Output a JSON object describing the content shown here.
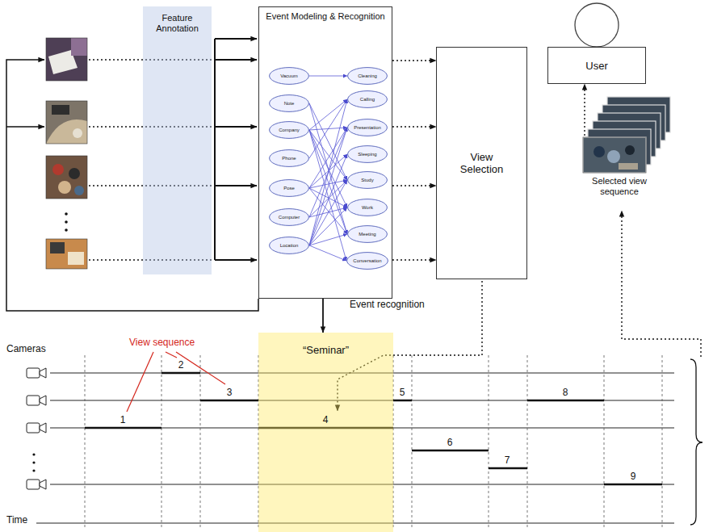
{
  "diagram": {
    "nodes": [
      {
        "text": [
          "Feature Annotation"
        ]
      },
      {
        "text": [
          "Event Modeling & Recognition"
        ]
      },
      {
        "text": [
          "Vacuum"
        ],
        "in": 1
      },
      {
        "text": [
          "Note"
        ],
        "in": 1
      },
      {
        "text": [
          "Company"
        ],
        "in": 1
      },
      {
        "text": [
          "Phone"
        ],
        "in": 1
      },
      {
        "text": [
          "Pose"
        ],
        "in": 1
      },
      {
        "text": [
          "Computer"
        ],
        "in": 1
      },
      {
        "text": [
          "Location"
        ],
        "in": 1
      },
      {
        "text": [
          "Cleaning"
        ],
        "in": 1
      },
      {
        "text": [
          "Calling"
        ],
        "in": 1
      },
      {
        "text": [
          "Presentation"
        ],
        "in": 1
      },
      {
        "text": [
          "Sleeping"
        ],
        "in": 1
      },
      {
        "text": [
          "Study"
        ],
        "in": 1
      },
      {
        "text": [
          "Work"
        ],
        "in": 1
      },
      {
        "text": [
          "Meeting"
        ],
        "in": 1
      },
      {
        "text": [
          "Conversation"
        ],
        "in": 1
      },
      {
        "text": [
          "View Selection"
        ]
      },
      {
        "text": [
          "User"
        ]
      },
      {
        "text": [
          "Selected view sequence"
        ]
      },
      {
        "text": [
          "“Seminar”"
        ]
      }
    ],
    "edges": [
      {
        "from": 2,
        "to": 9,
        "arrow": "to"
      },
      {
        "from": 3,
        "to": 13,
        "arrow": "to"
      },
      {
        "from": 3,
        "to": 15,
        "arrow": "to"
      },
      {
        "from": 4,
        "to": 10,
        "arrow": "to"
      },
      {
        "from": 4,
        "to": 11,
        "arrow": "to"
      },
      {
        "from": 4,
        "to": 13,
        "arrow": "to"
      },
      {
        "from": 4,
        "to": 14,
        "arrow": "to"
      },
      {
        "from": 4,
        "to": 15,
        "arrow": "to"
      },
      {
        "from": 4,
        "to": 16,
        "arrow": "to"
      },
      {
        "from": 5,
        "to": 10,
        "arrow": "to"
      },
      {
        "from": 6,
        "to": 11,
        "arrow": "to"
      },
      {
        "from": 6,
        "to": 12,
        "arrow": "to"
      },
      {
        "from": 6,
        "to": 13,
        "arrow": "to"
      },
      {
        "from": 6,
        "to": 14,
        "arrow": "to"
      },
      {
        "from": 6,
        "to": 15,
        "arrow": "to"
      },
      {
        "from": 7,
        "to": 11,
        "arrow": "to"
      },
      {
        "from": 7,
        "to": 13,
        "arrow": "to"
      },
      {
        "from": 7,
        "to": 14,
        "arrow": "to"
      },
      {
        "from": 8,
        "to": 10,
        "arrow": "to"
      },
      {
        "from": 8,
        "to": 11,
        "arrow": "to"
      },
      {
        "from": 8,
        "to": 12,
        "arrow": "to"
      },
      {
        "from": 8,
        "to": 13,
        "arrow": "to"
      },
      {
        "from": 8,
        "to": 14,
        "arrow": "to"
      },
      {
        "from": 8,
        "to": 15,
        "arrow": "to"
      },
      {
        "from": 8,
        "to": 16,
        "arrow": "to"
      },
      {
        "from": 1,
        "to": 17,
        "arrow": "to"
      },
      {
        "from": 1,
        "to": 17,
        "arrow": "to"
      },
      {
        "from": 1,
        "to": 17,
        "arrow": "to"
      },
      {
        "from": 1,
        "to": 17,
        "arrow": "to"
      },
      {
        "from": 1,
        "to": 20,
        "label": "Event recognition",
        "arrow": "to"
      },
      {
        "from": 19,
        "to": 18,
        "arrow": "to"
      }
    ],
    "labels": [
      "Cameras",
      "View sequence",
      "1",
      "2",
      "3",
      "4",
      "5",
      "6",
      "7",
      "8",
      "9",
      "Time"
    ]
  }
}
